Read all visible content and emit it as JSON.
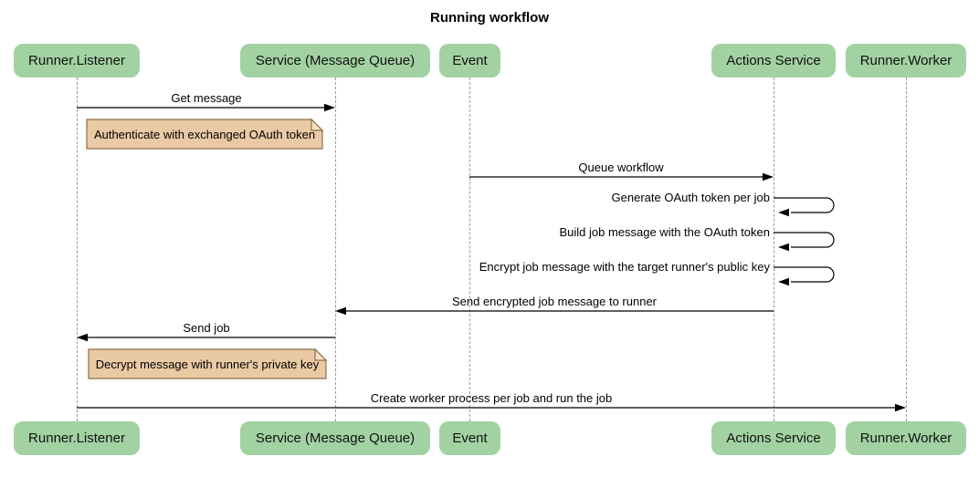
{
  "title": "Running workflow",
  "colors": {
    "actor_fill": "#a2d2a2",
    "note_fill": "#eac9a5",
    "note_border": "#8f6f49",
    "note_fold": "#f4e0c5",
    "lifeline": "#9a9a9a",
    "arrow": "#000000",
    "background": "#ffffff"
  },
  "actors": [
    {
      "id": "runner-listener",
      "label": "Runner.Listener"
    },
    {
      "id": "service-message-queue",
      "label": "Service (Message Queue)"
    },
    {
      "id": "event",
      "label": "Event"
    },
    {
      "id": "actions-service",
      "label": "Actions Service"
    },
    {
      "id": "runner-worker",
      "label": "Runner.Worker"
    }
  ],
  "messages": [
    {
      "label": "Get message",
      "from": "Runner.Listener",
      "to": "Service (Message Queue)",
      "self": false
    },
    {
      "label": "Queue workflow",
      "from": "Event",
      "to": "Actions Service",
      "self": false
    },
    {
      "label": "Generate OAuth token per job",
      "from": "Actions Service",
      "to": "Actions Service",
      "self": true
    },
    {
      "label": "Build job message with the OAuth token",
      "from": "Actions Service",
      "to": "Actions Service",
      "self": true
    },
    {
      "label": "Encrypt job message with the target runner's public key",
      "from": "Actions Service",
      "to": "Actions Service",
      "self": true
    },
    {
      "label": "Send encrypted job message to runner",
      "from": "Actions Service",
      "to": "Service (Message Queue)",
      "self": false
    },
    {
      "label": "Send job",
      "from": "Service (Message Queue)",
      "to": "Runner.Listener",
      "self": false
    },
    {
      "label": "Create worker process per job and run the job",
      "from": "Runner.Listener",
      "to": "Runner.Worker",
      "self": false
    }
  ],
  "notes": [
    {
      "label": "Authenticate with exchanged OAuth token",
      "anchor": "Runner.Listener"
    },
    {
      "label": "Decrypt message with runner's private key",
      "anchor": "Runner.Listener"
    }
  ]
}
